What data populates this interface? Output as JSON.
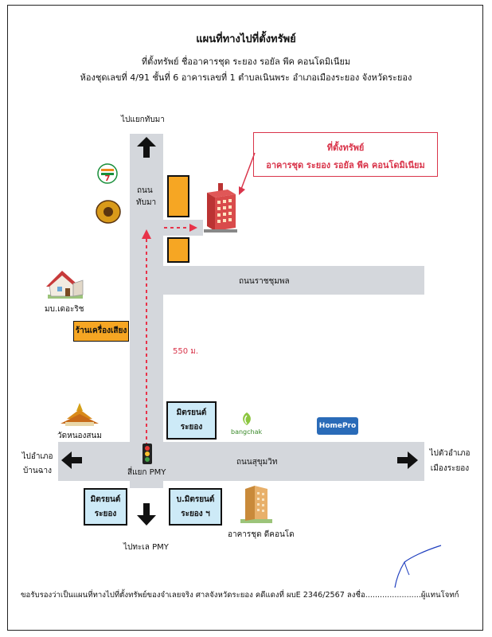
{
  "header": {
    "title": "แผนที่ทางไปที่ตั้งทรัพย์",
    "line1": "ที่ตั้งทรัพย์  ชื่ออาคารชุด  ระยอง รอยัล พีค คอนโดมิเนียม",
    "line2": "ห้องชุดเลขที่  4/91  ชั้นที่ 6  อาคารเลขที่ 1  ตำบลเนินพระ  อำเภอเมืองระยอง  จังหวัดระยอง"
  },
  "callout": {
    "title": "ที่ตั้งทรัพย์",
    "name": "อาคารชุด ระยอง รอยัล พีค คอนโดมิเนียม"
  },
  "labels": {
    "to_tubma": "ไปแยกทับมา",
    "tubma_road_1": "ถนน",
    "tubma_road_2": "ทับมา",
    "ratchaphol_road": "ถนนราชชุมพล",
    "village": "มบ.เดอะริช",
    "audio_shop": "ร้านเครื่องเสียง",
    "distance": "550 ม.",
    "temple": "วัดหนองสนม",
    "mitsu_1_line1": "มิตรยนต์",
    "mitsu_1_line2": "ระยอง",
    "bangchak": "bangchak",
    "homepro": "HomePro",
    "to_banchang_1": "ไปอำเภอ",
    "to_banchang_2": "บ้านฉาง",
    "pmy_intersection": "สี่แยก PMY",
    "sukhumvit_road": "ถนนสุขุมวิท",
    "to_city_1": "ไปตัวอำเภอ",
    "to_city_2": "เมืองระยอง",
    "mitsu_2_line1": "มิตรยนต์",
    "mitsu_2_line2": "ระยอง",
    "mitsu_3_line1": "บ.มิตรยนต์",
    "mitsu_3_line2": "ระยอง ฯ",
    "dee_condo": "อาคารชุด ดีคอนโด",
    "to_pmy_sea": "ไปทะเล PMY"
  },
  "footer": {
    "text": "ขอรับรองว่าเป็นแผนที่ทางไปที่ตั้งทรัพย์ของจำเลยจริง ศาลจังหวัดระยอง คดีแดงที่ ผบE 2346/2567 ลงชื่อ.......................ผู้แทนโจทก์"
  },
  "colors": {
    "road": "#d4d7dc",
    "building": "#f6a623",
    "info_box": "#cdeaf7",
    "callout": "#d9344a",
    "route": "#e8334a"
  },
  "icons": [
    "seven-eleven-logo",
    "cafe-logo",
    "house-icon",
    "condo-building-icon",
    "temple-icon",
    "bangchak-logo",
    "homepro-logo",
    "traffic-light-icon",
    "arrow-up-icon",
    "arrow-down-icon",
    "arrow-left-icon",
    "arrow-right-icon",
    "signature"
  ]
}
